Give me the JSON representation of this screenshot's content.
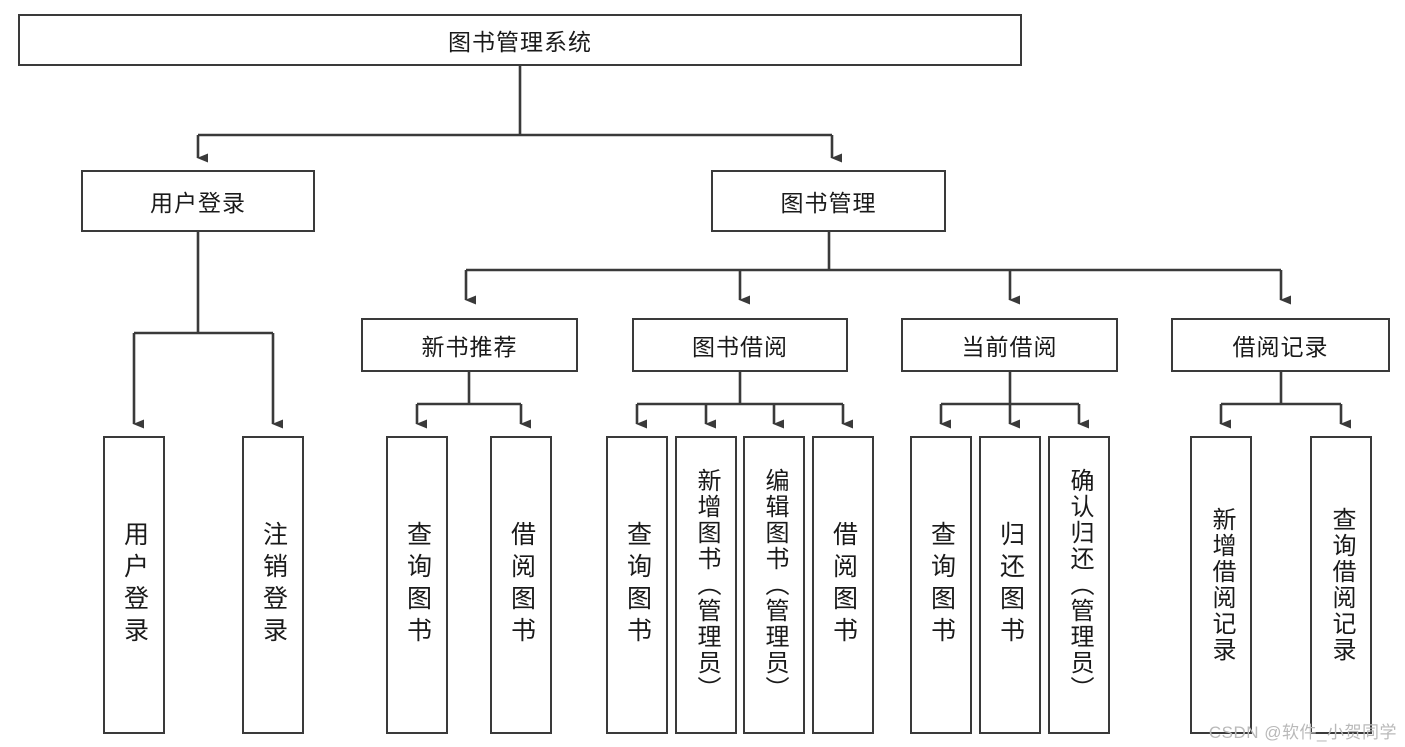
{
  "diagram": {
    "type": "tree-hierarchy",
    "title": "图书管理系统",
    "watermark": "CSDN @软件_小贺同学",
    "colors": {
      "box_border": "#3a3a3a",
      "box_fill": "#ffffff",
      "line": "#3a3a3a",
      "text": "#1a1a1a",
      "watermark": "#b9b9b9"
    },
    "nodes": {
      "root": "图书管理系统",
      "level2": [
        {
          "label": "用户登录"
        },
        {
          "label": "图书管理"
        }
      ],
      "level3": [
        {
          "label": "新书推荐"
        },
        {
          "label": "图书借阅"
        },
        {
          "label": "当前借阅"
        },
        {
          "label": "借阅记录"
        }
      ],
      "leaves": {
        "user_login": [
          "用户登录",
          "注销登录"
        ],
        "new_book": [
          "查询图书",
          "借阅图书"
        ],
        "book_borrow": [
          "查询图书",
          "新增图书（管理员）",
          "编辑图书（管理员）",
          "借阅图书"
        ],
        "current_borrow": [
          "查询图书",
          "归还图书",
          "确认归还（管理员）"
        ],
        "borrow_record": [
          "新增借阅记录",
          "查询借阅记录"
        ]
      }
    }
  }
}
